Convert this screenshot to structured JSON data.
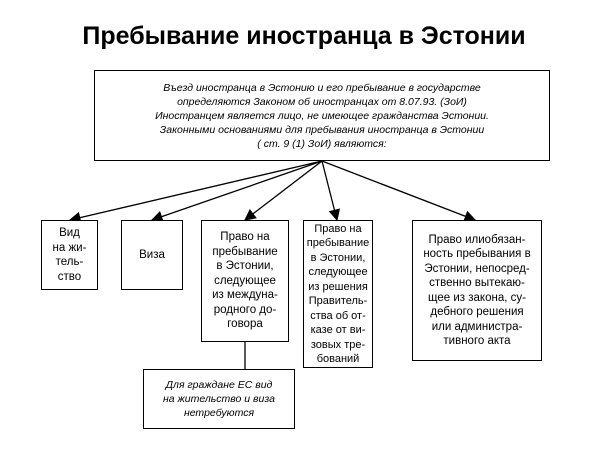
{
  "title": "Пребывание иностранца в Эстонии",
  "intro": "Въезд иностранца в Эстонию и его пребывание в государстве\nопределяются Законом об иностранцах от 8.07.93. (ЗоИ)\nИностранцем является лицо, не имеющее гражданства Эстонии.\nЗаконными основаниями для пребывания иностранца в Эстонии\n( ст. 9 (1) ЗоИ) являются:",
  "grounds": [
    {
      "label": "Вид\nна жи-\nтель-\nство"
    },
    {
      "label": "Виза"
    },
    {
      "label": "Право на\nпребывание\nв Эстонии,\nследующее\nиз междуна-\nродного до-\nговора"
    },
    {
      "label": "Право на\nпребывание\nв Эстонии,\nследующее\nиз решения\nПравитель-\nства об от-\nказе от ви-\nзовых тре-\nбований"
    },
    {
      "label": "Право илиобязан-\nность пребывания в\nЭстонии, непосред-\nственно вытекаю-\nщее из закона, су-\nдебного решения\nили администра-\nтивного акта"
    }
  ],
  "note": "Для граждане ЕС вид\nна жительство и виза\nнетребуются"
}
